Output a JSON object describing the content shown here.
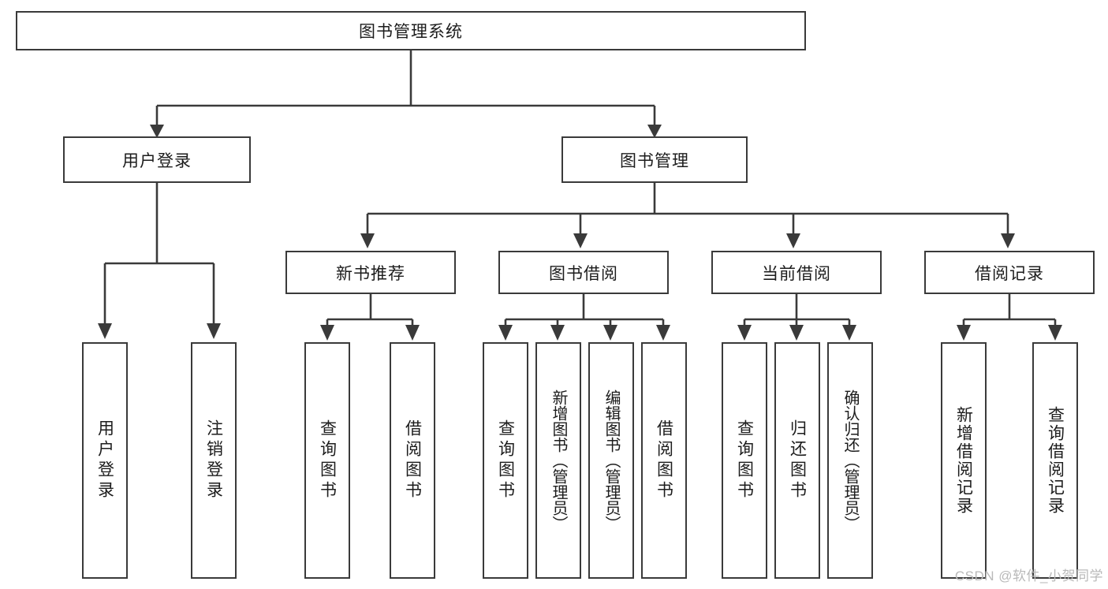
{
  "diagram": {
    "type": "tree-hierarchy-diagram",
    "title": "图书管理系统",
    "colors": {
      "box_border": "#3a3a3a",
      "box_fill": "#ffffff",
      "connector": "#3a3a3a",
      "text": "#1c1c1c",
      "watermark": "#b9b9b9",
      "background": "#ffffff"
    },
    "watermark": "CSDN @软件_小贺同学",
    "nodes": {
      "root": "图书管理系统",
      "level2": [
        {
          "label": "用户登录"
        },
        {
          "label": "图书管理"
        }
      ],
      "level3": [
        {
          "label": "新书推荐"
        },
        {
          "label": "图书借阅"
        },
        {
          "label": "当前借阅"
        },
        {
          "label": "借阅记录"
        }
      ],
      "leaves": {
        "user_login": [
          {
            "label": "用户登录"
          },
          {
            "label": "注销登录"
          }
        ],
        "new_book_recommend": [
          {
            "label": "查询图书"
          },
          {
            "label": "借阅图书"
          }
        ],
        "book_borrow": [
          {
            "label": "查询图书"
          },
          {
            "label": "新增图书（管理员）"
          },
          {
            "label": "编辑图书（管理员）"
          },
          {
            "label": "借阅图书"
          }
        ],
        "current_borrow": [
          {
            "label": "查询图书"
          },
          {
            "label": "归还图书"
          },
          {
            "label": "确认归还（管理员）"
          }
        ],
        "borrow_record": [
          {
            "label": "新增借阅记录"
          },
          {
            "label": "查询借阅记录"
          }
        ]
      }
    }
  }
}
